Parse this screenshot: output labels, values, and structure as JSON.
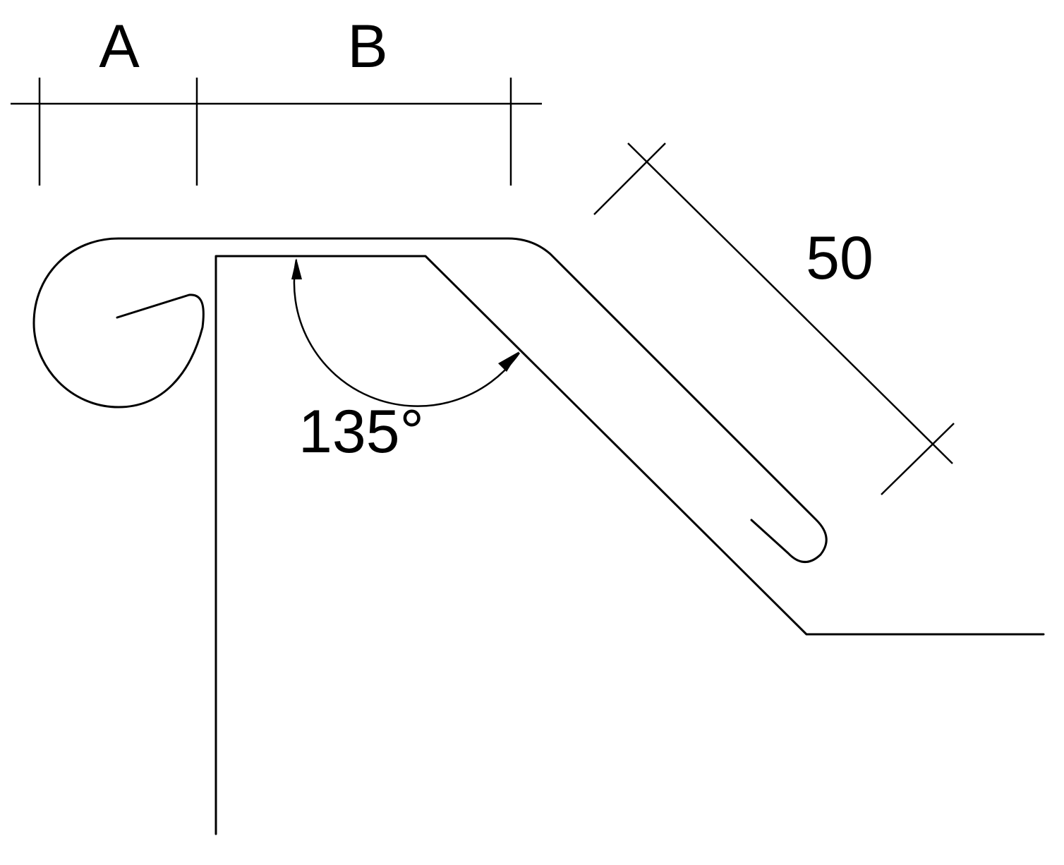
{
  "diagram": {
    "labels": {
      "dim_a": "A",
      "dim_b": "B",
      "dim_length": "50",
      "angle": "135°"
    },
    "colors": {
      "line": "#000000",
      "background": "#ffffff"
    }
  }
}
